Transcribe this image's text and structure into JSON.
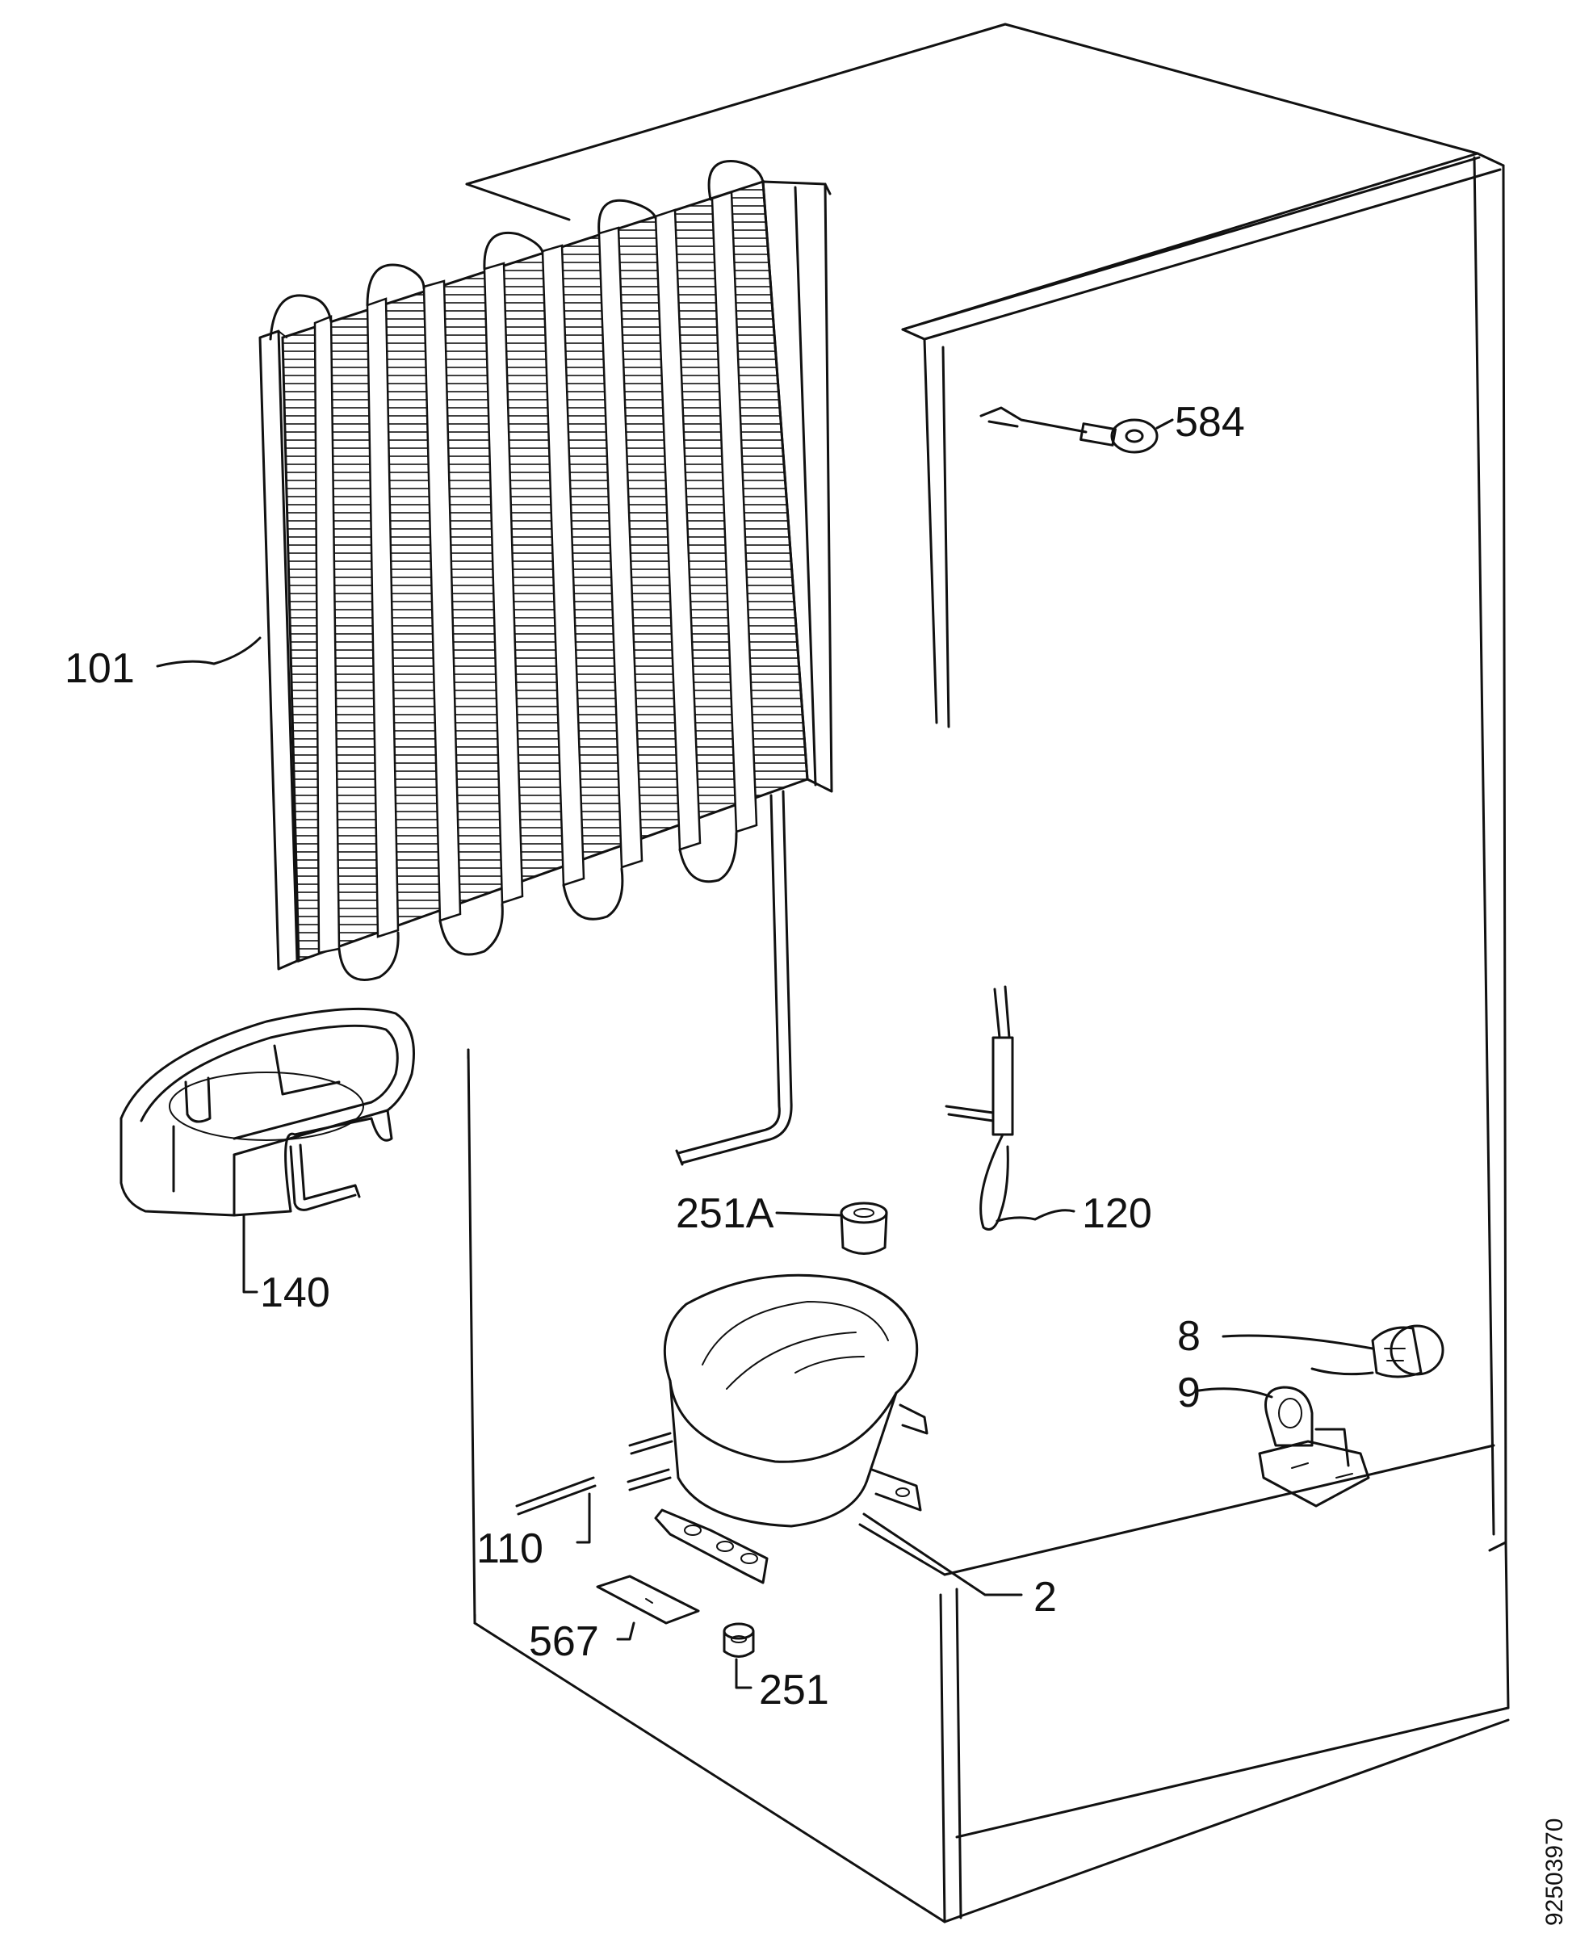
{
  "colors": {
    "ink": "#111111",
    "paper": "#ffffff"
  },
  "labels": {
    "l584": "584",
    "l101": "101",
    "l251a": "251A",
    "l120": "120",
    "l140": "140",
    "l8": "8",
    "l9": "9",
    "l110": "110",
    "l2": "2",
    "l567": "567",
    "l251": "251"
  },
  "drawing_number": "92503970"
}
